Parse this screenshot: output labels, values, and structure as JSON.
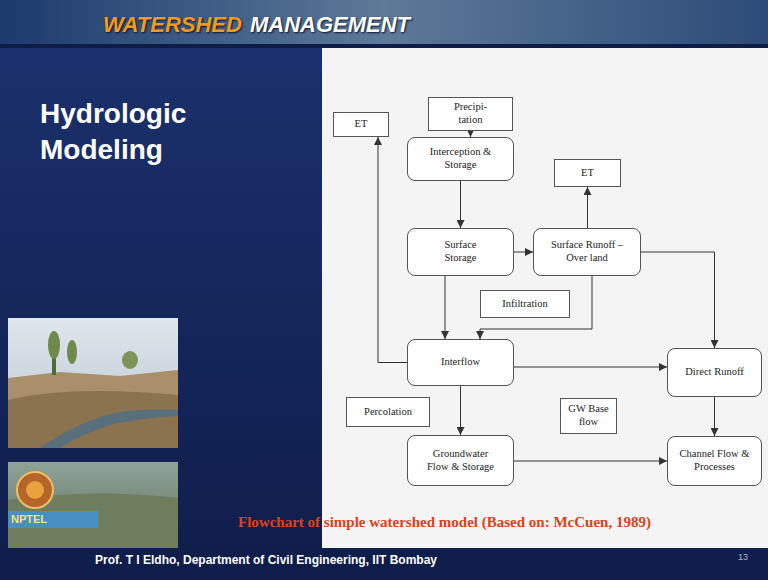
{
  "diagram": {
    "title": "Hydrologic Modeling",
    "caption": "Flowchart of simple watershed model (Based on: McCuen, 1989)",
    "nodes": [
      {
        "text": [
          "ET"
        ]
      },
      {
        "text": [
          "Precipi- tation"
        ]
      },
      {
        "text": [
          "Interception & Storage"
        ]
      },
      {
        "text": [
          "ET"
        ]
      },
      {
        "text": [
          "Surface Storage"
        ]
      },
      {
        "text": [
          "Surface Runoff – Over land"
        ]
      },
      {
        "text": [
          "Infiltration"
        ]
      },
      {
        "text": [
          "Interflow"
        ]
      },
      {
        "text": [
          "Direct Runoff"
        ]
      },
      {
        "text": [
          "Percolation"
        ]
      },
      {
        "text": [
          "GW Base flow"
        ]
      },
      {
        "text": [
          "Groundwater Flow & Storage"
        ]
      },
      {
        "text": [
          "Channel Flow & Processes"
        ]
      }
    ],
    "edges": [
      {
        "from": 1,
        "to": 2,
        "arrow": "to"
      },
      {
        "from": 2,
        "to": 4,
        "arrow": "to"
      },
      {
        "from": 4,
        "to": 5,
        "arrow": "to"
      },
      {
        "from": 5,
        "to": 3,
        "arrow": "to"
      },
      {
        "from": 5,
        "to": 8,
        "arrow": "to"
      },
      {
        "from": 4,
        "to": 7,
        "arrow": "to"
      },
      {
        "from": 5,
        "to": 7,
        "arrow": "to"
      },
      {
        "from": 7,
        "to": 0,
        "arrow": "to"
      },
      {
        "from": 7,
        "to": 8,
        "arrow": "to"
      },
      {
        "from": 7,
        "to": 11,
        "arrow": "to"
      },
      {
        "from": 11,
        "to": 12,
        "arrow": "to"
      },
      {
        "from": 8,
        "to": 12,
        "arrow": "to"
      }
    ],
    "labels": [
      "WATERSHED",
      "MANAGEMENT",
      "NPTEL",
      "Prof. T I Eldho, Department of Civil Engineering, IIT Bombay",
      "13"
    ]
  }
}
